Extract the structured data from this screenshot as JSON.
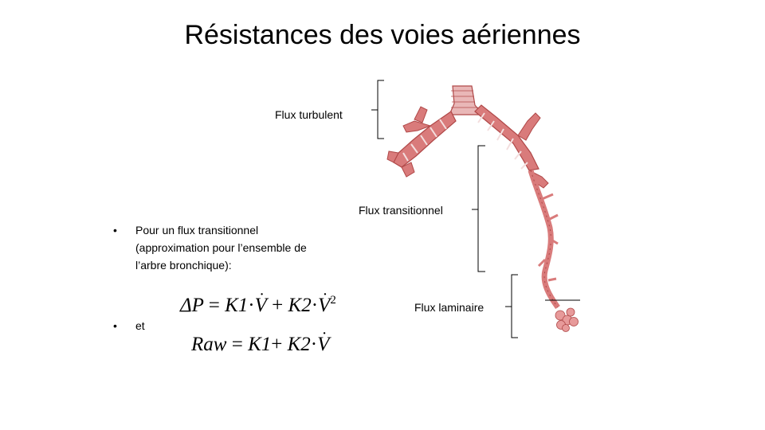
{
  "slide": {
    "title": "Résistances des voies aériennes",
    "labels": {
      "turbulent": "Flux turbulent",
      "transitional": "Flux transitionnel",
      "laminar": "Flux laminaire"
    },
    "bullets": [
      {
        "marker": "•",
        "lines": [
          "Pour un flux transitionnel",
          "(approximation pour l’ensemble de",
          "l’arbre bronchique):"
        ]
      },
      {
        "marker": "•",
        "lines": [
          "et"
        ]
      }
    ],
    "formulas": {
      "delta_p": {
        "lhs": "ΔP",
        "eq": "=",
        "t1": "K1",
        "dot": "·",
        "v": "V",
        "plus": "+",
        "t2": "K2",
        "dot2": "·",
        "v2": "V",
        "exp": "2"
      },
      "raw": {
        "lhs": "Raw",
        "eq": "=",
        "t1": "K1",
        "plus": "+",
        "t2": "K2",
        "dot": "·",
        "v": "V"
      }
    }
  },
  "colors": {
    "bronchi": "#d97b7b",
    "bronchi_dark": "#b04848",
    "cartilage": "#f3dede",
    "bracket": "#000000"
  },
  "icons": {
    "bronchial-tree": "bronchial-tree-illustration"
  }
}
